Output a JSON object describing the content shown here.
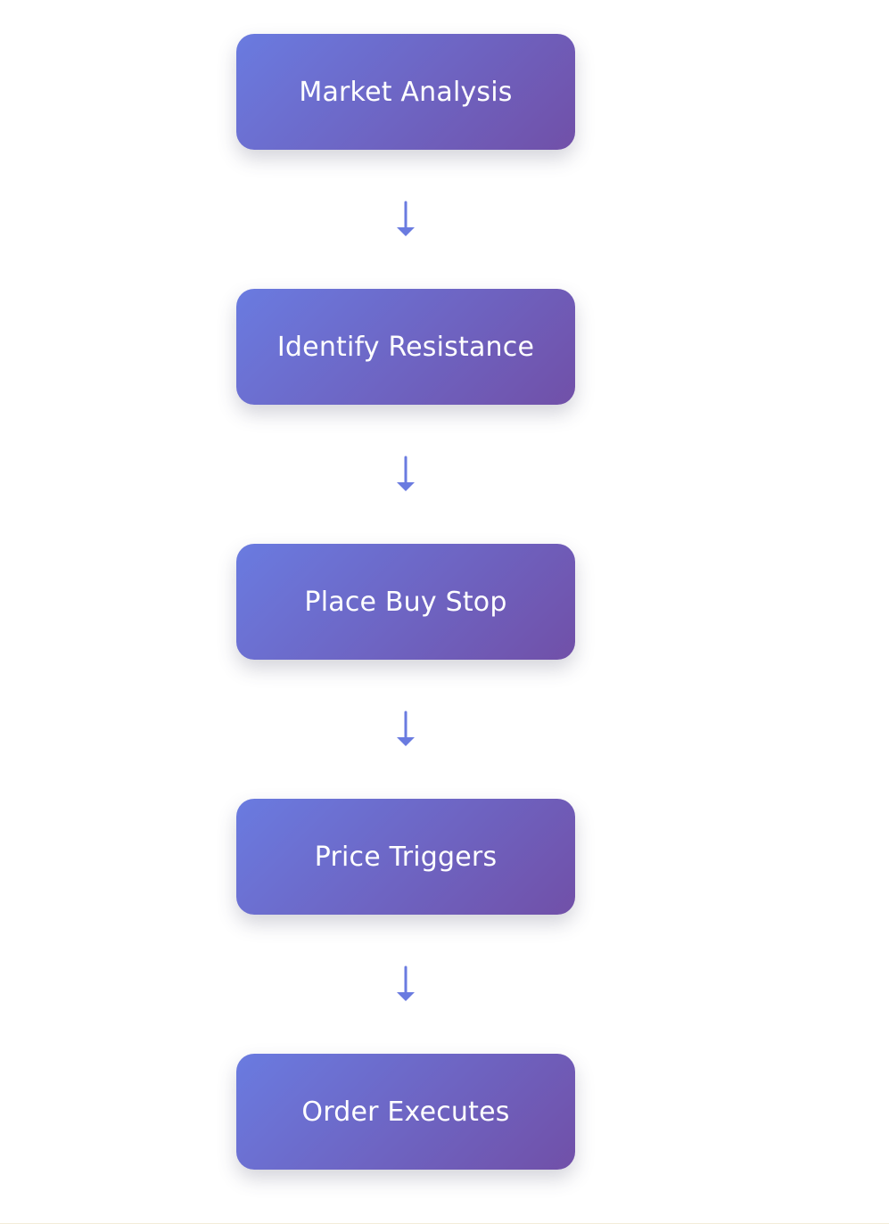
{
  "flowchart": {
    "accent_color": "#6a7be0",
    "gradient": [
      "#6a7be0",
      "#7150a8"
    ],
    "arrow_icon": "arrow-down-icon",
    "steps": [
      {
        "label": "Market Analysis"
      },
      {
        "label": "Identify Resistance"
      },
      {
        "label": "Place Buy Stop"
      },
      {
        "label": "Price Triggers"
      },
      {
        "label": "Order Executes"
      }
    ]
  }
}
